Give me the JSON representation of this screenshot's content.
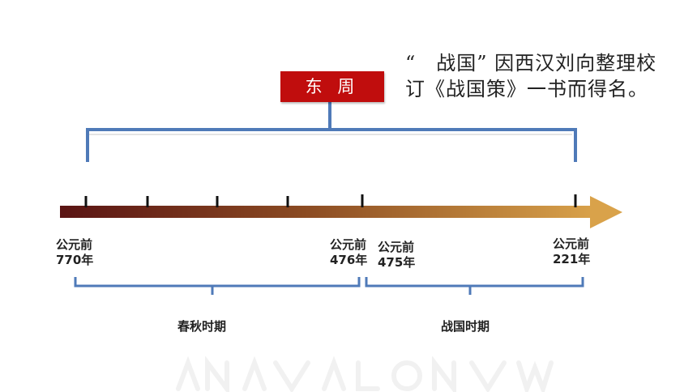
{
  "header_box": {
    "label": "东 周"
  },
  "note": {
    "text": "“　战国” 因西汉刘向整理校订《战国策》一书而得名。"
  },
  "timeline": {
    "date_prefix": "公元前",
    "dates": [
      {
        "label": "公元前",
        "year": "770年"
      },
      {
        "label": "公元前",
        "year": "476年"
      },
      {
        "label": "公元前",
        "year": "475年"
      },
      {
        "label": "公元前",
        "year": "221年"
      }
    ]
  },
  "periods": [
    {
      "label": "春秋时期"
    },
    {
      "label": "战国时期"
    }
  ],
  "colors": {
    "arrow_start": "#5a1414",
    "arrow_end": "#d9a24a",
    "bracket": "#4f7ab8",
    "header_bg": "#c00d0d"
  }
}
